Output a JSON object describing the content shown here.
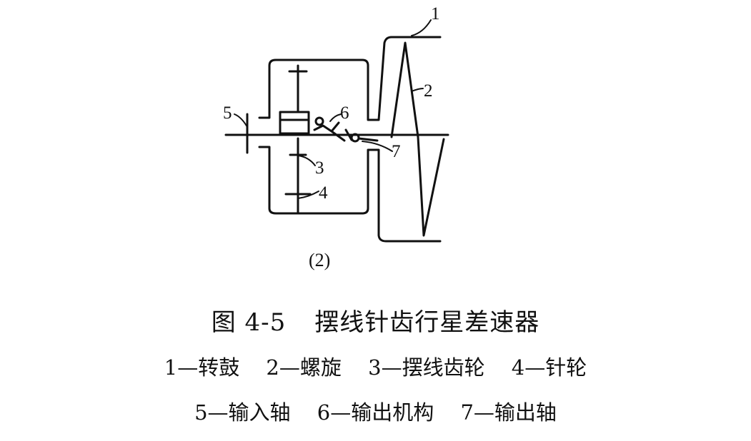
{
  "diagram": {
    "part_labels": [
      "1",
      "2",
      "3",
      "4",
      "5",
      "6",
      "7"
    ],
    "subfigure_label": "(2)"
  },
  "caption": {
    "figure_number": "图 4-5",
    "figure_title": "摆线针齿行星差速器"
  },
  "legend": {
    "line1": [
      {
        "number": "1",
        "name": "转鼓"
      },
      {
        "number": "2",
        "name": "螺旋"
      },
      {
        "number": "3",
        "name": "摆线齿轮"
      },
      {
        "number": "4",
        "name": "针轮"
      }
    ],
    "line2": [
      {
        "number": "5",
        "name": "输入轴"
      },
      {
        "number": "6",
        "name": "输出机构"
      },
      {
        "number": "7",
        "name": "输出轴"
      }
    ],
    "separator": "—"
  }
}
